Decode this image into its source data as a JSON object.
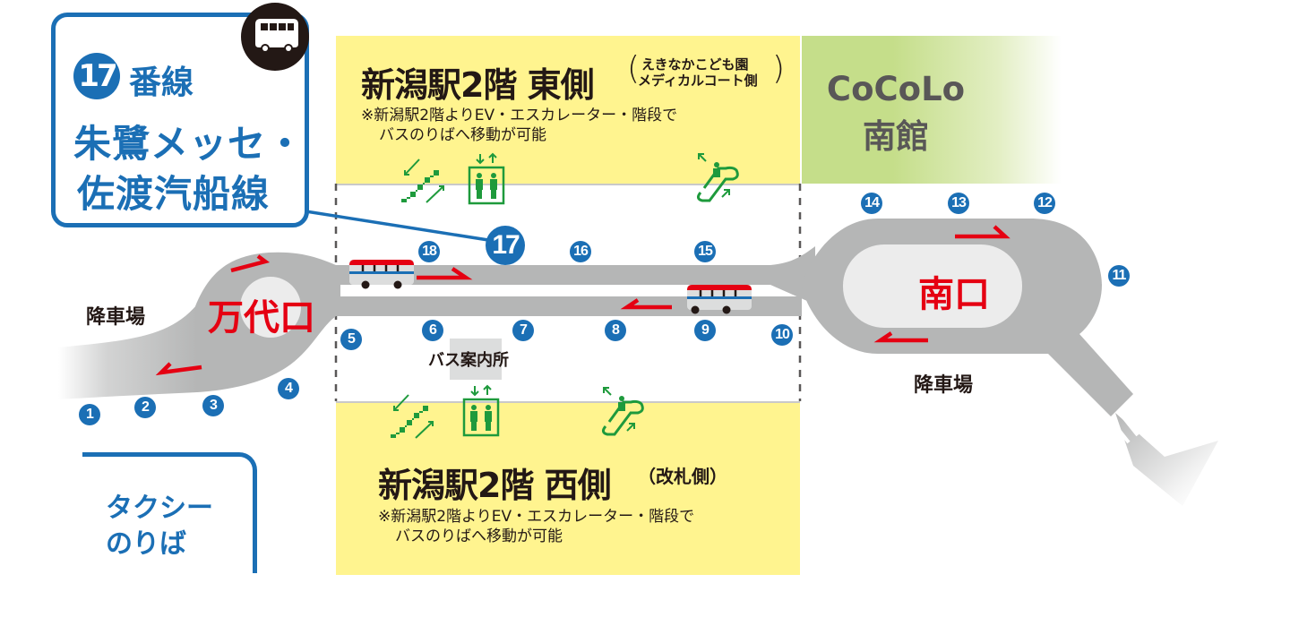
{
  "route_box": {
    "route_number": "17",
    "route_suffix": "番線",
    "route_name_line1": "朱鷺メッセ・",
    "route_name_line2": "佐渡汽船線",
    "bus_icon": "bus-icon"
  },
  "panels": {
    "east": {
      "title": "新潟駅2階 東側",
      "paren_line1": "えきなかこども園",
      "paren_line2": "メディカルコート側",
      "note_line1": "※新潟駅2階よりEV・エスカレーター・階段で",
      "note_line2": "バスのりばへ移動が可能"
    },
    "west": {
      "title": "新潟駅2階 西側",
      "paren": "（改札側）",
      "note_line1": "※新潟駅2階よりEV・エスカレーター・階段で",
      "note_line2": "バスのりばへ移動が可能"
    },
    "cocolo": {
      "name": "CoCoLo",
      "sub": "南館"
    }
  },
  "areas": {
    "bandai_exit": "万代口",
    "south_exit": "南口",
    "dropoff_left": "降車場",
    "dropoff_right": "降車場",
    "info_desk": "バス案内所",
    "taxi_line1": "タクシー",
    "taxi_line2": "のりば"
  },
  "facility_icons": [
    "stairs-icon",
    "elevator-icon",
    "escalator-icon"
  ],
  "stops": [
    "1",
    "2",
    "3",
    "4",
    "5",
    "6",
    "7",
    "8",
    "9",
    "10",
    "11",
    "12",
    "13",
    "14",
    "15",
    "16",
    "17",
    "18"
  ],
  "highlighted_stop": "17",
  "colors": {
    "stop_blue": "#1b6fb5",
    "arrow_red": "#e50012",
    "road_gray": "#b5b6b6",
    "panel_yellow": "#fff48f",
    "cocolo_green": "#c5de8a",
    "icon_green": "#1e9a3c",
    "text_dark": "#231815"
  }
}
